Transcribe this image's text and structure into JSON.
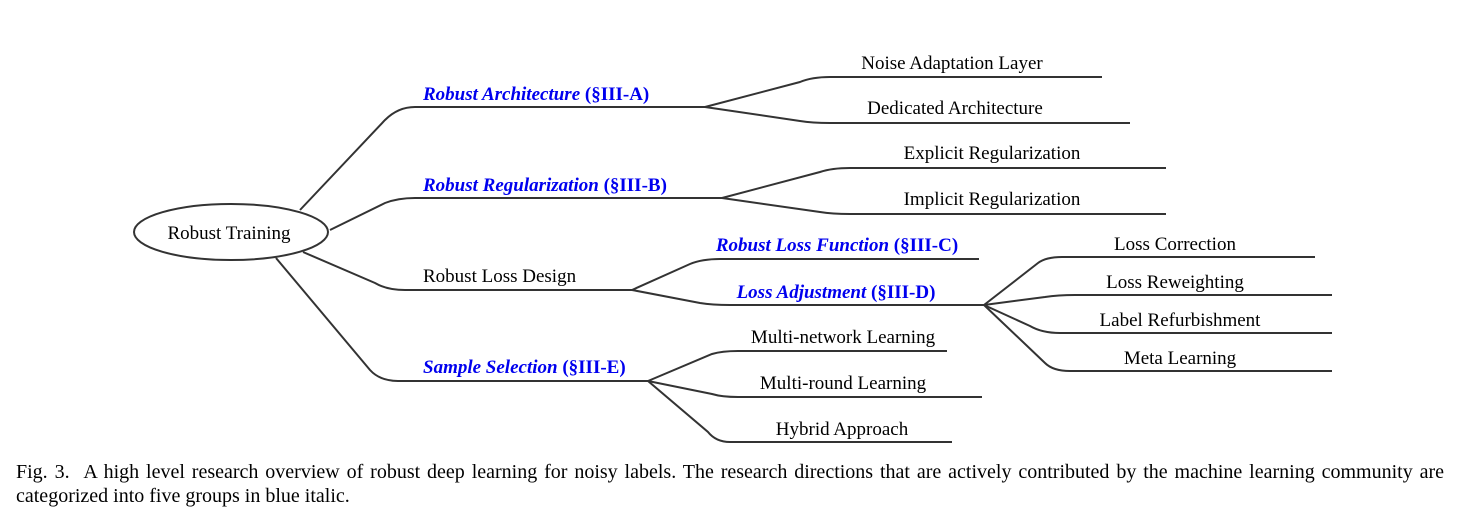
{
  "root": {
    "label": "Robust Training"
  },
  "branches": [
    {
      "id": "robust-architecture",
      "label_italic": "Robust Architecture",
      "label_ref": "(§III-A)",
      "highlight": true,
      "children": [
        "Noise Adaptation Layer",
        "Dedicated Architecture"
      ]
    },
    {
      "id": "robust-regularization",
      "label_italic": "Robust Regularization",
      "label_ref": "(§III-B)",
      "highlight": true,
      "children": [
        "Explicit Regularization",
        "Implicit Regularization"
      ]
    },
    {
      "id": "robust-loss-design",
      "label": "Robust Loss Design",
      "highlight": false,
      "sub": [
        {
          "id": "robust-loss-function",
          "label_italic": "Robust Loss Function",
          "label_ref": "(§III-C)",
          "highlight": true,
          "children": []
        },
        {
          "id": "loss-adjustment",
          "label_italic": "Loss Adjustment",
          "label_ref": "(§III-D)",
          "highlight": true,
          "children": [
            "Loss Correction",
            "Loss Reweighting",
            "Label Refurbishment",
            "Meta Learning"
          ]
        }
      ]
    },
    {
      "id": "sample-selection",
      "label_italic": "Sample Selection",
      "label_ref": "(§III-E)",
      "highlight": true,
      "children": [
        "Multi-network Learning",
        "Multi-round Learning",
        "Hybrid Approach"
      ]
    }
  ],
  "colors": {
    "highlight": "#0000ee",
    "text": "#000000",
    "edge": "#333333"
  },
  "caption": {
    "fig_number": "Fig. 3.",
    "text": "A high level research overview of robust deep learning for noisy labels. The research directions that are actively contributed by the machine learning community are categorized into five groups in blue italic."
  }
}
